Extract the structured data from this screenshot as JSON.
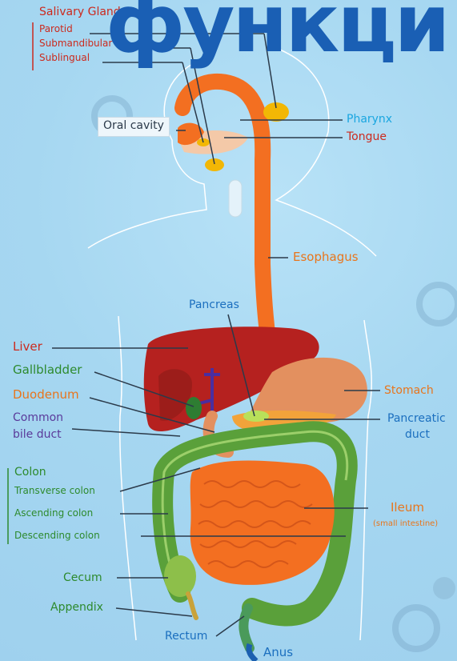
{
  "overlay_title": "функци",
  "colors": {
    "background": "#a7d8f2",
    "title": "#1a5fb4",
    "esophagus": "#f36f21",
    "liver": "#b5211f",
    "colon": "#5aa03a",
    "small_intestine": "#f36f21"
  },
  "labels": {
    "salivary_glands": "Salivary Glands",
    "parotid": "Parotid",
    "submandibular": "Submandibular",
    "sublingual": "Sublingual",
    "oral_cavity": "Oral cavity",
    "pharynx": "Pharynx",
    "tongue": "Tongue",
    "esophagus": "Esophagus",
    "pancreas": "Pancreas",
    "liver": "Liver",
    "gallbladder": "Gallbladder",
    "duodenum": "Duodenum",
    "common_bile_duct_1": "Common",
    "common_bile_duct_2": "bile duct",
    "stomach": "Stomach",
    "pancreatic_duct_1": "Pancreatic",
    "pancreatic_duct_2": "duct",
    "colon": "Colon",
    "transverse_colon": "Transverse colon",
    "ascending_colon": "Ascending colon",
    "descending_colon": "Descending colon",
    "ileum": "Ileum",
    "small_intestine": "(small intestine)",
    "cecum": "Cecum",
    "appendix": "Appendix",
    "rectum": "Rectum",
    "anus": "Anus"
  }
}
